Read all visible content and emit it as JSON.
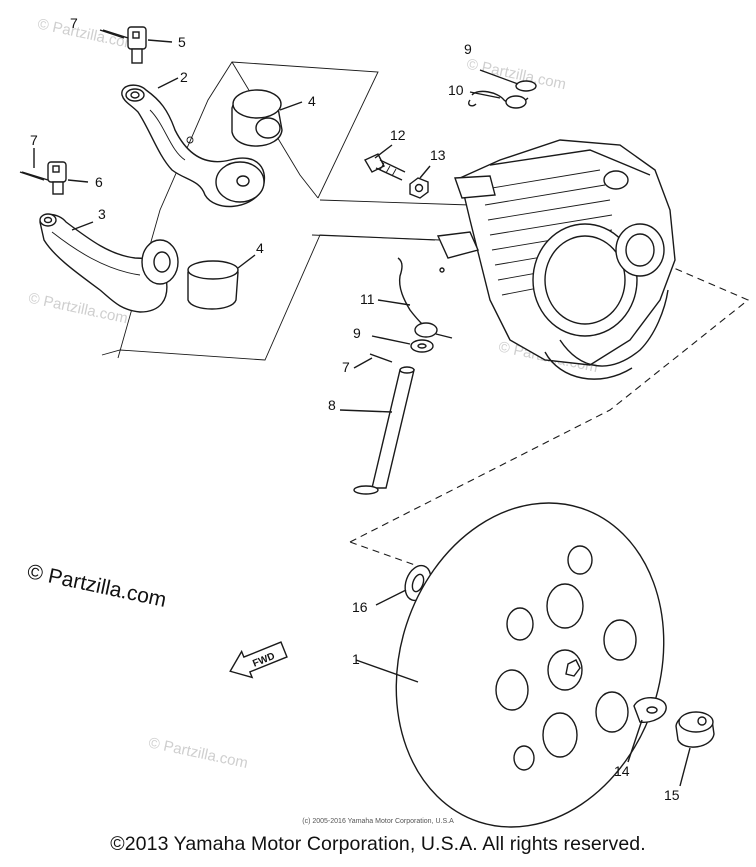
{
  "labels": {
    "p1": "1",
    "p2": "2",
    "p3": "3",
    "p4a": "4",
    "p4b": "4",
    "p5": "5",
    "p6": "6",
    "p7a": "7",
    "p7b": "7",
    "p7c": "7",
    "p8": "8",
    "p9a": "9",
    "p9b": "9",
    "p10": "10",
    "p11": "11",
    "p12": "12",
    "p13": "13",
    "p14": "14",
    "p15": "15",
    "p16": "16"
  },
  "fwd_label": "FWD",
  "watermark": "© Partzilla.com",
  "partzilla_mark": "© Partzilla.com",
  "small_copyright": "(c) 2005-2016 Yamaha Motor Corporation, U.S.A",
  "copyright": "©2013 Yamaha Motor Corporation, U.S.A. All rights reserved."
}
